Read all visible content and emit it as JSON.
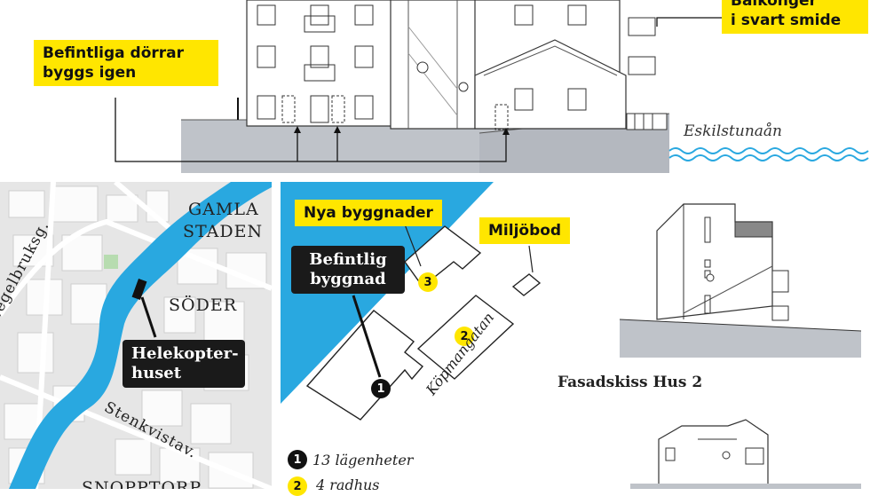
{
  "top": {
    "label_doors": [
      "Befintliga dörrar",
      "byggs igen"
    ],
    "label_balconies": [
      "Balkonger",
      "i svart smide"
    ],
    "river_label": "Eskilstunaån"
  },
  "map": {
    "districts": [
      "GAMLA",
      "STADEN",
      "SÖDER",
      "SNOPPTORP"
    ],
    "streets": [
      "Tegelbruksg.",
      "Stenkvistav."
    ],
    "marker_label": [
      "Helekopter-",
      "huset"
    ]
  },
  "site": {
    "label_new": "Nya byggnader",
    "label_existing": [
      "Befintlig",
      "byggnad"
    ],
    "label_miljobod": "Miljöbod",
    "street": "Köpmangatan",
    "buildings": [
      {
        "num": "1",
        "kind": "dark"
      },
      {
        "num": "2",
        "kind": "yellow"
      },
      {
        "num": "3",
        "kind": "yellow"
      }
    ],
    "legend": [
      {
        "num": "1",
        "kind": "dark",
        "text": "13 lägenheter"
      },
      {
        "num": "2",
        "kind": "yellow",
        "text": "4 radhus"
      }
    ]
  },
  "facade": {
    "caption": "Fasadskiss Hus 2"
  },
  "colors": {
    "accent": "#ffe600",
    "water": "#29a8e0",
    "dark": "#1a1a1a",
    "map_bg": "#e6e6e6"
  }
}
